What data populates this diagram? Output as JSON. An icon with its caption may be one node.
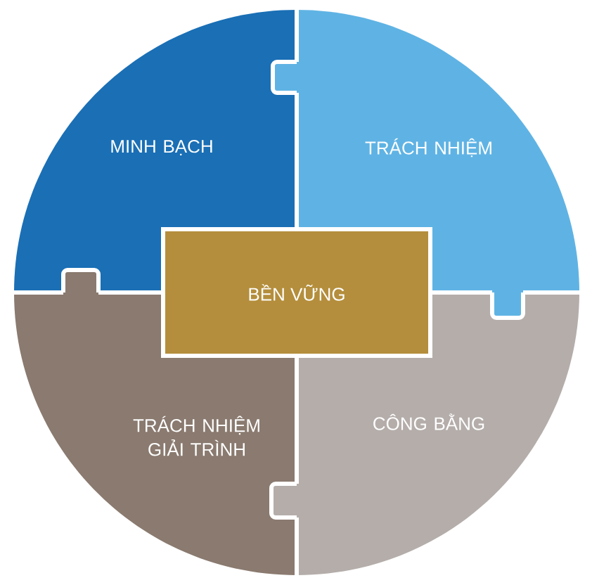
{
  "diagram": {
    "nodes": [
      {
        "text": [
          "MINH BẠCH"
        ]
      },
      {
        "text": [
          "TRÁCH NHIỆM"
        ]
      },
      {
        "text": [
          "BỀN VỮNG"
        ]
      },
      {
        "text": [
          "TRÁCH NHIỆM GIẢI TRÌNH"
        ]
      },
      {
        "text": [
          "CÔNG BẰNG"
        ]
      }
    ]
  }
}
